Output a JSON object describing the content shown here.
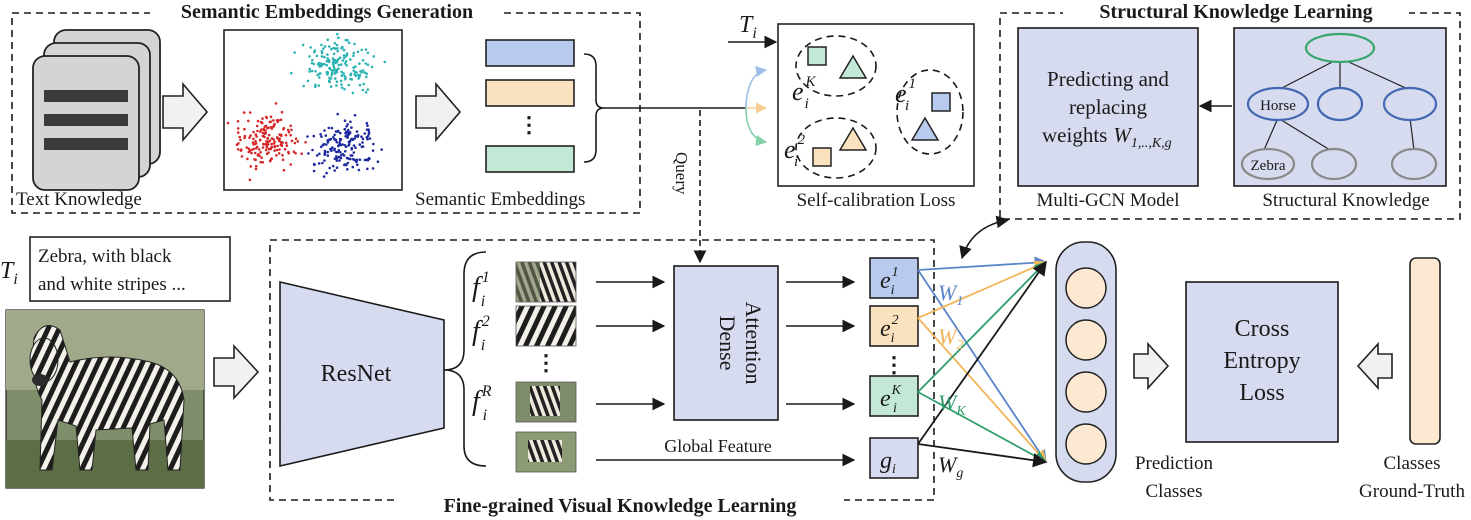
{
  "sections": {
    "semantic_gen": "Semantic Embeddings Generation",
    "structural": "Structural Knowledge Learning",
    "fine_grained": "Fine-grained Visual  Knowledge Learning"
  },
  "labels": {
    "text_knowledge": "Text Knowledge",
    "semantic_embeddings": "Semantic Embeddings",
    "self_calibration": "Self-calibration Loss",
    "multi_gcn": "Multi-GCN Model",
    "structural_knowledge": "Structural Knowledge",
    "query": "Query",
    "resnet": "ResNet",
    "global_feature": "Global Feature",
    "prediction_line1": "Prediction",
    "prediction_line2": "Classes",
    "classes_line1": "Classes",
    "classes_line2": "Ground-Truth",
    "text_input_line1": "Zebra, with black",
    "text_input_line2": "and white stripes ...",
    "gcn_line1": "Predicting and",
    "gcn_line2": "replacing",
    "gcn_line3": "weights",
    "dense_line1": "Dense",
    "dense_line2": "Attention",
    "ce_line1": "Cross",
    "ce_line2": "Entropy",
    "ce_line3": "Loss",
    "tree_horse": "Horse",
    "tree_zebra": "Zebra"
  },
  "math": {
    "T": "T",
    "i": "i",
    "e": "e",
    "f": "f",
    "g": "g",
    "W": "W",
    "K": "K",
    "R": "R",
    "one": "1",
    "two": "2",
    "w_sub": "1,..,K,g"
  },
  "colors": {
    "blue": "#5b86c9",
    "orange": "#f2b55a",
    "green": "#2f9e6a",
    "light_green": "#86cfa9",
    "box_blue": "#d6dbef",
    "emb_blue": "#b8cbee",
    "emb_orange": "#fbe2bf",
    "emb_green": "#c3e9d6",
    "scatter_red": "#d62728",
    "scatter_cyan": "#2bb3b3",
    "scatter_navy": "#1f2aa0",
    "ground_truth": "#fde9d2"
  }
}
